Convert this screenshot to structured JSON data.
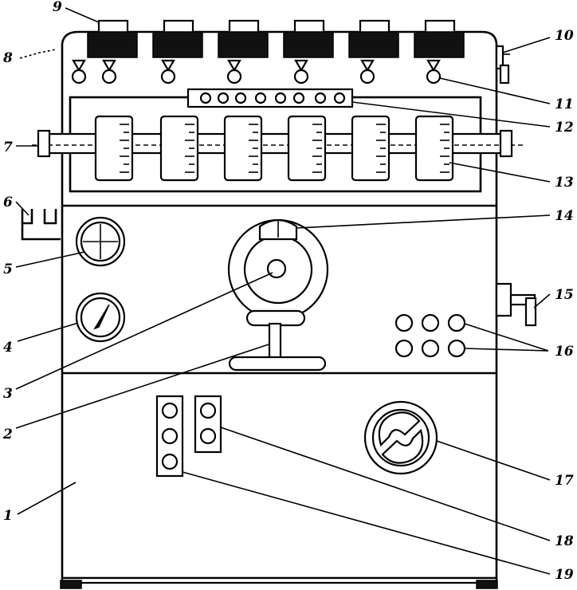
{
  "figure": {
    "labels": [
      "1",
      "2",
      "3",
      "4",
      "5",
      "6",
      "7",
      "8",
      "9",
      "10",
      "11",
      "12",
      "13",
      "14",
      "15",
      "16",
      "17",
      "18",
      "19"
    ]
  }
}
